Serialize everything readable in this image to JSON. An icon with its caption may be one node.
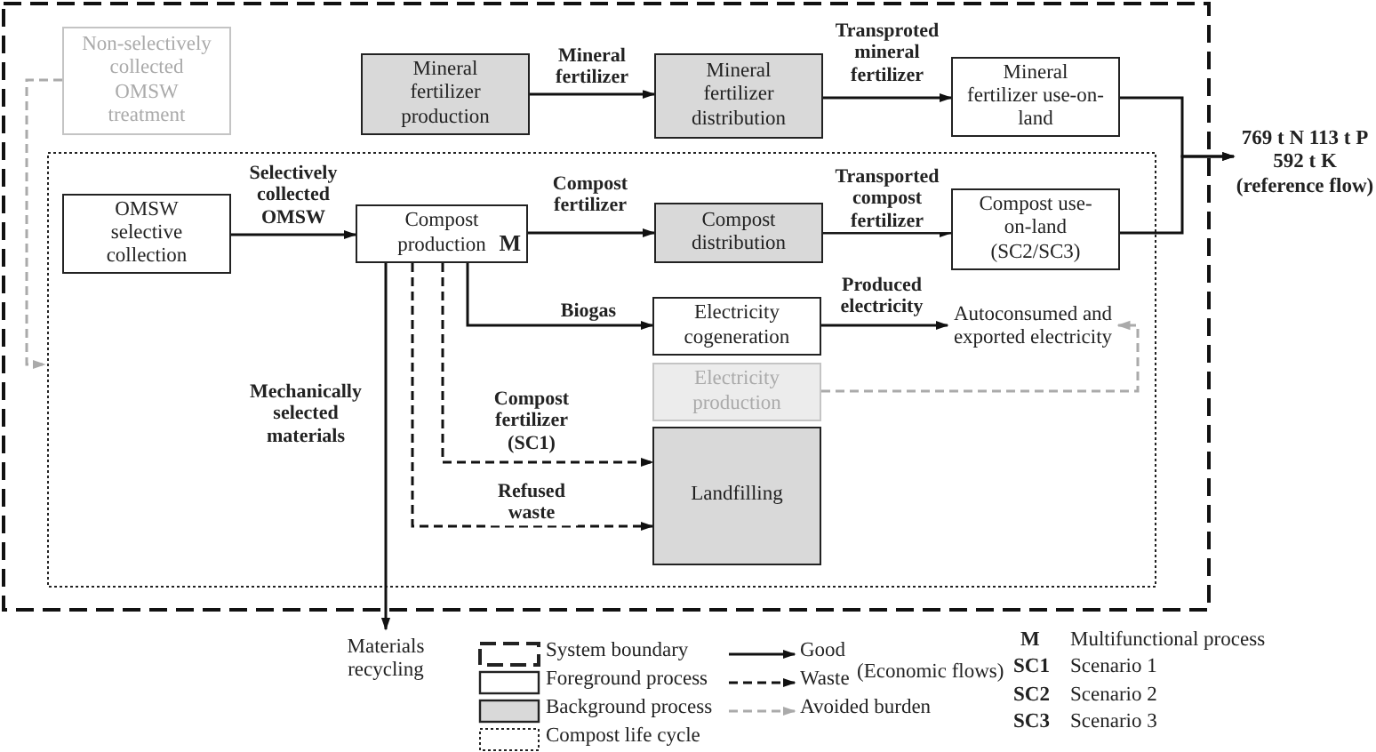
{
  "diagram": {
    "nodes": [
      {
        "text": [
          "Non-selectively collected OMSW treatment"
        ]
      },
      {
        "text": [
          "Mineral fertilizer production"
        ]
      },
      {
        "text": [
          "Mineral fertilizer distribution"
        ]
      },
      {
        "text": [
          "Mineral fertilizer use-on-land"
        ]
      },
      {
        "text": [
          "OMSW selective collection"
        ]
      },
      {
        "text": [
          "Compost production",
          "M"
        ]
      },
      {
        "text": [
          "Compost distribution"
        ]
      },
      {
        "text": [
          "Compost use-on-land (SC2/SC3)"
        ]
      },
      {
        "text": [
          "Electricity cogeneration"
        ]
      },
      {
        "text": [
          "Autoconsumed and exported electricity"
        ]
      },
      {
        "text": [
          "Electricity production"
        ]
      },
      {
        "text": [
          "Landfilling"
        ]
      },
      {
        "text": [
          "Materials recycling"
        ]
      },
      {
        "text": [
          "769 t N 113 t P 592 t K (reference flow)"
        ]
      }
    ],
    "edges": [
      {
        "from": 1,
        "to": 2,
        "arrow": "to",
        "label": "Mineral fertilizer"
      },
      {
        "from": 2,
        "to": 3,
        "arrow": "to",
        "label": "Transproted mineral fertilizer"
      },
      {
        "from": 3,
        "to": 13,
        "arrow": "to"
      },
      {
        "from": 7,
        "to": 13,
        "arrow": "to"
      },
      {
        "from": 4,
        "to": 5,
        "arrow": "to",
        "label": "Selectively collected OMSW"
      },
      {
        "from": 5,
        "to": 6,
        "arrow": "to",
        "label": "Compost fertilizer"
      },
      {
        "from": 6,
        "to": 7,
        "arrow": "to",
        "label": "Transported compost fertilizer"
      },
      {
        "from": 5,
        "to": 8,
        "arrow": "to",
        "label": "Biogas"
      },
      {
        "from": 8,
        "to": 9,
        "arrow": "to",
        "label": "Produced electricity"
      },
      {
        "from": 10,
        "to": 9,
        "arrow": "to",
        "style": "dashed",
        "color": "#aaaaaa"
      },
      {
        "from": 0,
        "to": null,
        "arrow": "to",
        "style": "dashed",
        "color": "#aaaaaa"
      },
      {
        "from": 5,
        "to": 11,
        "arrow": "to",
        "style": "dashed",
        "label": "Compost fertilizer (SC1)"
      },
      {
        "from": 5,
        "to": 11,
        "arrow": "to",
        "style": "dashed",
        "label": "Refused waste"
      },
      {
        "from": 5,
        "to": 12,
        "arrow": "to",
        "label": "Mechanically selected materials"
      }
    ],
    "labels": [
      "(Economic flows)",
      "M",
      "Multifunctional process",
      "SC1",
      "Scenario 1",
      "SC2",
      "Scenario 2",
      "SC3",
      "Scenario 3"
    ],
    "legend": [
      {
        "text": "System boundary"
      },
      {
        "text": "Foreground process"
      },
      {
        "text": "Background process"
      },
      {
        "text": "Compost life cycle"
      },
      {
        "text": "Good"
      },
      {
        "text": "Waste"
      },
      {
        "text": "Avoided burden"
      }
    ]
  }
}
